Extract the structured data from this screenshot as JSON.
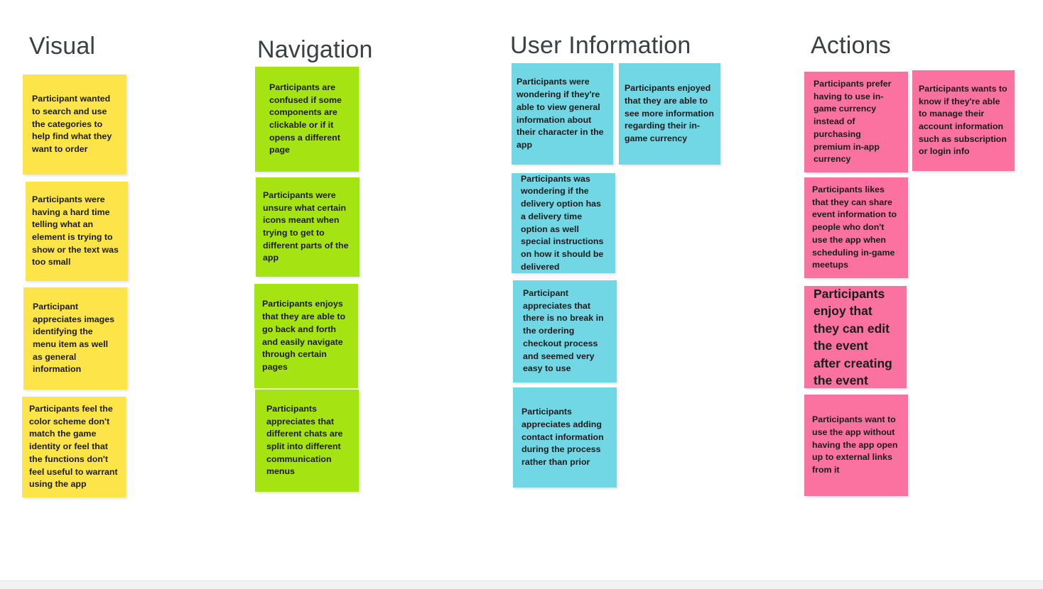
{
  "board": {
    "background_color": "#ffffff",
    "title_color": "#3c4043",
    "note_text_color": "#1b1b1b"
  },
  "columns": [
    {
      "id": "visual",
      "title": "Visual",
      "color": "#FCE449",
      "notes": [
        {
          "id": "visual-note-1",
          "text": "Participant wanted to search and use the categories to help find what they want to order"
        },
        {
          "id": "visual-note-2",
          "text": "Participants were having a hard time telling what an element is trying to show or the text was too small"
        },
        {
          "id": "visual-note-3",
          "text": "Participant appreciates images identifying the menu item as well as general information"
        },
        {
          "id": "visual-note-4",
          "text": "Participants feel the color scheme don't match the game identity or feel that the functions don't feel useful to warrant using the app"
        }
      ]
    },
    {
      "id": "navigation",
      "title": "Navigation",
      "color": "#A6E313",
      "notes": [
        {
          "id": "navigation-note-1",
          "text": "Participants are confused if some components are clickable or if it opens a different page"
        },
        {
          "id": "navigation-note-2",
          "text": "Participants were unsure what certain icons meant when trying to get to different parts of the app"
        },
        {
          "id": "navigation-note-3",
          "text": "Participants enjoys that they are able to go back and forth and easily navigate through certain pages"
        },
        {
          "id": "navigation-note-4",
          "text": "Participants appreciates that different chats are split into different communication menus"
        }
      ]
    },
    {
      "id": "user-information",
      "title": "User Information",
      "color": "#71D7E5",
      "notes": [
        {
          "id": "user-information-note-1",
          "text": "Participants were wondering if they're able to view general information about their character in the app"
        },
        {
          "id": "user-information-note-2",
          "text": "Participants enjoyed that they are able to see more information regarding their in-game currency"
        },
        {
          "id": "user-information-note-3",
          "text": "Participants was wondering if the delivery option has a delivery time option as well special instructions on how it should be delivered"
        },
        {
          "id": "user-information-note-4",
          "text": "Participant appreciates that there is no break in the ordering checkout process and seemed very easy to use"
        },
        {
          "id": "user-information-note-5",
          "text": "Participants appreciates adding contact information during the process rather than prior"
        }
      ]
    },
    {
      "id": "actions",
      "title": "Actions",
      "color": "#FB72A0",
      "notes": [
        {
          "id": "actions-note-1",
          "text": "Participants prefer having to use in-game currency instead of purchasing premium in-app currency"
        },
        {
          "id": "actions-note-2",
          "text": "Participants wants to know if they're able to manage their account information such as subscription or login info"
        },
        {
          "id": "actions-note-3",
          "text": "Participants likes that they can share event information to people who don't use the app when scheduling in-game meetups"
        },
        {
          "id": "actions-note-4",
          "text": "Participants enjoy that they can edit the event after creating the event"
        },
        {
          "id": "actions-note-5",
          "text": "Participants want to use the app without having the app open up to external links from it"
        }
      ]
    }
  ]
}
